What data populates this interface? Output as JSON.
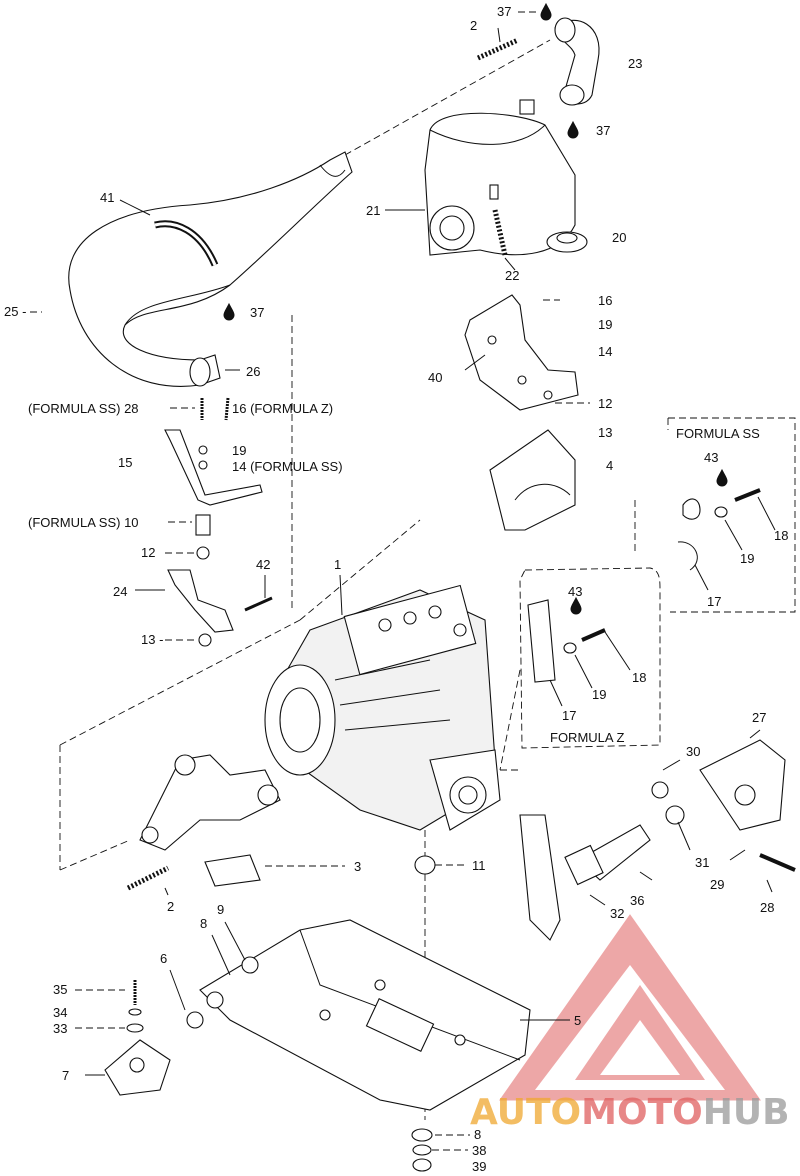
{
  "callouts": {
    "c1": "1",
    "c2_top": "2",
    "c2_bottom": "2",
    "c3": "3",
    "c4": "4",
    "c5": "5",
    "c6": "6",
    "c7": "7",
    "c8_top": "8",
    "c8_bottom": "8",
    "c9": "9",
    "c10": "(FORMULA SS) 10",
    "c11": "11",
    "c12_left": "12",
    "c12_right": "12",
    "c13_left": "13 -",
    "c13_right": "13",
    "c14_right": "14",
    "c14_left": "14 (FORMULA SS)",
    "c15": "15",
    "c16_right": "16",
    "c16_left": "16 (FORMULA Z)",
    "c17_ss": "17",
    "c17_z": "17",
    "c18_ss": "18",
    "c18_z": "18",
    "c19_right": "19",
    "c19_left": "19",
    "c19_ss": "19",
    "c19_z": "19",
    "c20": "20",
    "c21": "21",
    "c22": "22",
    "c23": "23",
    "c24": "24",
    "c25": "25 -",
    "c26": "26",
    "c27": "27",
    "c28_left": "(FORMULA SS) 28",
    "c28_right": "28",
    "c29": "29",
    "c30": "30",
    "c31": "31",
    "c32": "32",
    "c33": "33",
    "c34": "34",
    "c35": "35",
    "c36": "36",
    "c37_top": "37",
    "c37_mid": "37",
    "c37_left": "37",
    "c38": "38",
    "c39": "39",
    "c40": "40",
    "c41": "41",
    "c42": "42",
    "c43_ss": "43",
    "c43_z": "43"
  },
  "boxes": {
    "formula_ss": "FORMULA SS",
    "formula_z": "FORMULA Z"
  },
  "watermark": {
    "brand_a": "AUTO",
    "brand_b": "MOTO",
    "brand_c": "HUB",
    "color_orange": "#f0a830",
    "color_red": "#e06060",
    "color_gray": "#9a9a9a"
  }
}
